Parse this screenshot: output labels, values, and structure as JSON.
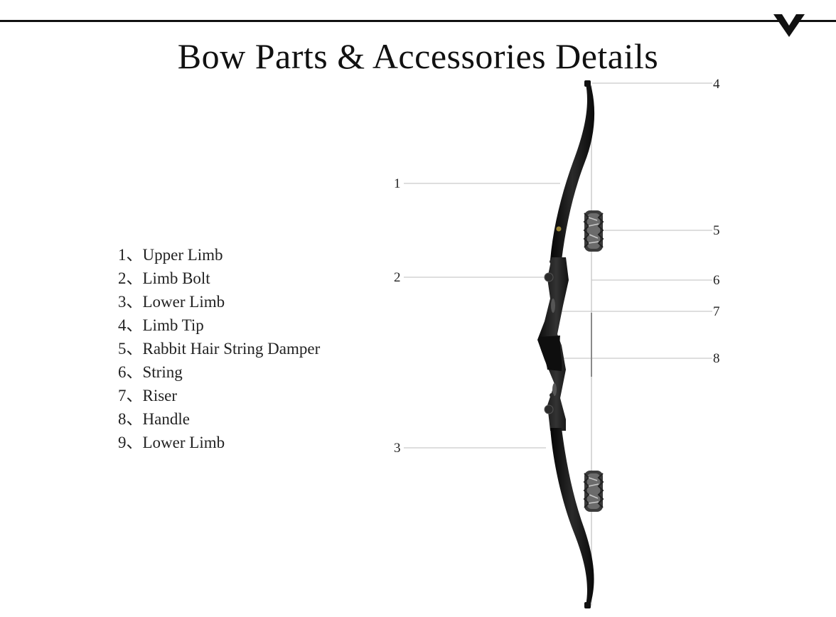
{
  "title": "Bow Parts & Accessories Details",
  "parts": [
    "1、Upper Limb",
    "2、Limb Bolt",
    "3、Lower Limb",
    "4、Limb Tip",
    "5、Rabbit Hair String Damper",
    "6、String",
    "7、Riser",
    "8、Handle",
    "9、Lower Limb"
  ],
  "callouts": {
    "c1": "1",
    "c2": "2",
    "c3": "3",
    "c4": "4",
    "c5": "5",
    "c6": "6",
    "c7": "7",
    "c8": "8"
  },
  "colors": {
    "rule": "#111111",
    "bow": "#1a1a1a",
    "leader": "#bdbdbd"
  }
}
